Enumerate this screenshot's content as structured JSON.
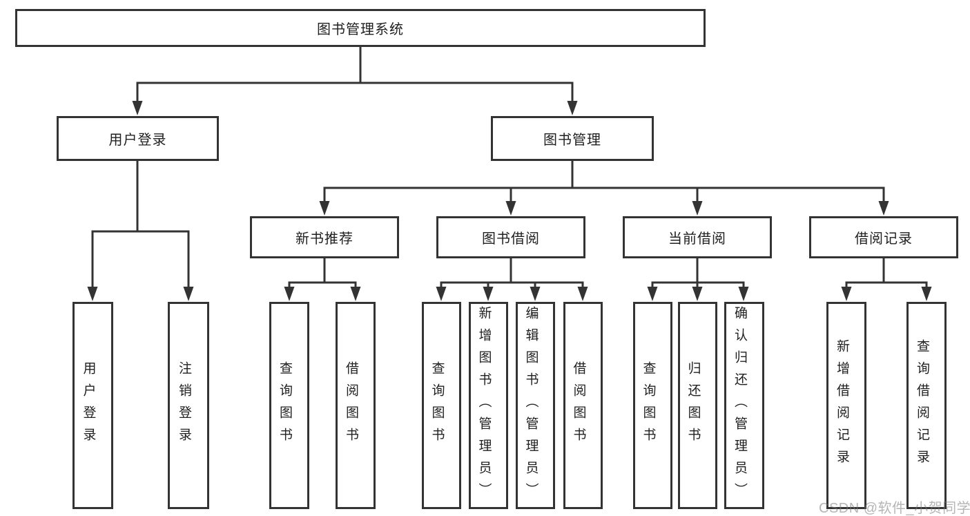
{
  "diagram": {
    "type": "hierarchy-tree",
    "colors": {
      "background": "#ffffff",
      "line": "#333333",
      "box_border": "#333333",
      "box_fill": "#ffffff",
      "text": "#1f1f1f",
      "watermark": "#b5b5b5"
    },
    "nodes": {
      "root": {
        "label": "图书管理系统"
      },
      "user_login": {
        "label": "用户登录"
      },
      "book_mgmt": {
        "label": "图书管理"
      },
      "leaf_user_login": {
        "label": "用户登录"
      },
      "leaf_logout": {
        "label": "注销登录"
      },
      "new_book_rec": {
        "label": "新书推荐"
      },
      "rec_query": {
        "label": "查询图书"
      },
      "rec_borrow": {
        "label": "借阅图书"
      },
      "book_borrow": {
        "label": "图书借阅"
      },
      "borrow_query": {
        "label": "查询图书"
      },
      "borrow_add": {
        "label": "新增图书（管理员）"
      },
      "borrow_edit": {
        "label": "编辑图书（管理员）"
      },
      "borrow_borrow": {
        "label": "借阅图书"
      },
      "current_borrow": {
        "label": "当前借阅"
      },
      "current_query": {
        "label": "查询图书"
      },
      "current_return": {
        "label": "归还图书"
      },
      "current_confirm": {
        "label": "确认归还（管理员）"
      },
      "borrow_records": {
        "label": "借阅记录"
      },
      "records_add": {
        "label": "新增借阅记录"
      },
      "records_query": {
        "label": "查询借阅记录"
      }
    },
    "edges": [
      [
        "root",
        "user_login"
      ],
      [
        "root",
        "book_mgmt"
      ],
      [
        "user_login",
        "leaf_user_login"
      ],
      [
        "user_login",
        "leaf_logout"
      ],
      [
        "book_mgmt",
        "new_book_rec"
      ],
      [
        "book_mgmt",
        "book_borrow"
      ],
      [
        "book_mgmt",
        "current_borrow"
      ],
      [
        "book_mgmt",
        "borrow_records"
      ],
      [
        "new_book_rec",
        "rec_query"
      ],
      [
        "new_book_rec",
        "rec_borrow"
      ],
      [
        "book_borrow",
        "borrow_query"
      ],
      [
        "book_borrow",
        "borrow_add"
      ],
      [
        "book_borrow",
        "borrow_edit"
      ],
      [
        "book_borrow",
        "borrow_borrow"
      ],
      [
        "current_borrow",
        "current_query"
      ],
      [
        "current_borrow",
        "current_return"
      ],
      [
        "current_borrow",
        "current_confirm"
      ],
      [
        "borrow_records",
        "records_add"
      ],
      [
        "borrow_records",
        "records_query"
      ]
    ],
    "watermark": "CSDN @软件_小贺同学"
  }
}
